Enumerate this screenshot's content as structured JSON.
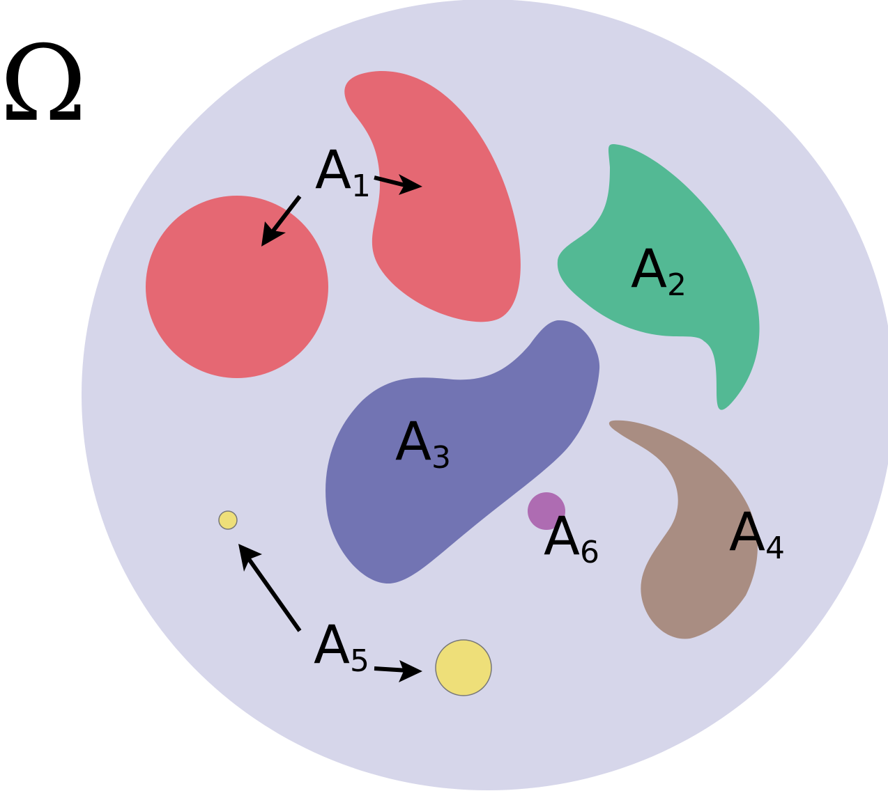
{
  "omega_symbol": "Ω",
  "colors": {
    "universe": "#d6d6ea",
    "a1": "#e56873",
    "a2": "#53b994",
    "a3": "#7274b3",
    "a4": "#a98d82",
    "a5": "#eedf79",
    "a5_stroke": "#777777",
    "a6": "#ae6cb2",
    "arrow": "#000000"
  },
  "sets": [
    {
      "id": "a1",
      "letter": "A",
      "index": "1"
    },
    {
      "id": "a2",
      "letter": "A",
      "index": "2"
    },
    {
      "id": "a3",
      "letter": "A",
      "index": "3"
    },
    {
      "id": "a4",
      "letter": "A",
      "index": "4"
    },
    {
      "id": "a5",
      "letter": "A",
      "index": "5"
    },
    {
      "id": "a6",
      "letter": "A",
      "index": "6"
    }
  ]
}
